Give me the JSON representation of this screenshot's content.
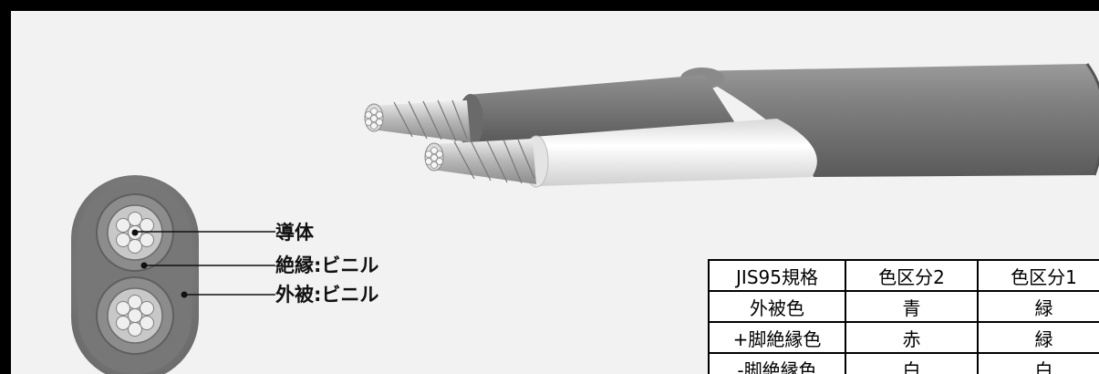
{
  "labels": {
    "conductor": "導体",
    "insulation": "絶縁:ビニル",
    "sheath": "外被:ビニル"
  },
  "table": {
    "headers": [
      "JIS95規格",
      "色区分2",
      "色区分1"
    ],
    "rows": [
      [
        "外被色",
        "青",
        "緑"
      ],
      [
        "+脚絶縁色",
        "赤",
        "緑"
      ],
      [
        "-脚絶縁色",
        "白",
        "白"
      ]
    ]
  },
  "colors": {
    "frame": "#000000",
    "background": "#f2f2f2",
    "sheath": "#7a7a7a",
    "insulation_white": "#f4f4f4",
    "insulation_dark": "#6f6f6f",
    "conductor": "#cfcfcf"
  }
}
